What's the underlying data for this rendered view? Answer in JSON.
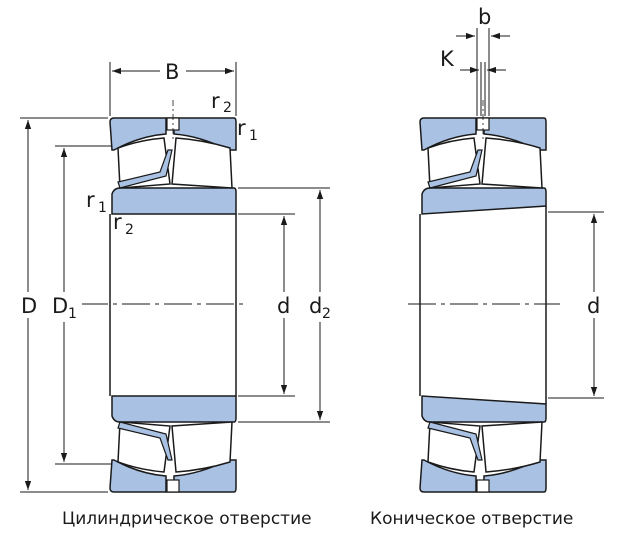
{
  "captions": {
    "left": "Цилиндрическое отверстие",
    "right": "Коническое отверстие"
  },
  "labels": {
    "B": "B",
    "D": "D",
    "D1": "D",
    "D1_sub": "1",
    "d_left": "d",
    "d2": "d",
    "d2_sub": "2",
    "d_right": "d",
    "K": "K",
    "b": "b",
    "r1_top": "r",
    "r1_top_sub": "1",
    "r2_top": "r",
    "r2_top_sub": "2",
    "r1_left": "r",
    "r1_left_sub": "1",
    "r2_left": "r",
    "r2_left_sub": "2"
  },
  "colors": {
    "ring_fill": "#a9c2e4",
    "ring_stroke": "#1a1a1a",
    "roller_fill": "#ffffff",
    "line": "#1a1a1a"
  }
}
